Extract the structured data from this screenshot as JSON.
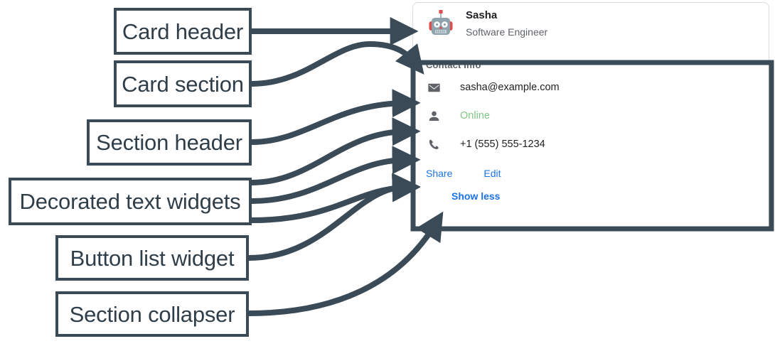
{
  "annotations": [
    {
      "id": "card-header",
      "label": "Card header"
    },
    {
      "id": "card-section",
      "label": "Card section"
    },
    {
      "id": "section-header",
      "label": "Section header"
    },
    {
      "id": "decorated-text",
      "label": "Decorated text widgets"
    },
    {
      "id": "button-list",
      "label": "Button list widget"
    },
    {
      "id": "section-collapser",
      "label": "Section collapser"
    }
  ],
  "card": {
    "header": {
      "avatar_icon": "robot-avatar",
      "title": "Sasha",
      "subtitle": "Software Engineer"
    },
    "section": {
      "header": "Contact Info",
      "rows": [
        {
          "icon": "email-icon",
          "text": "sasha@example.com",
          "status": ""
        },
        {
          "icon": "person-icon",
          "text": "Online",
          "status": "online"
        },
        {
          "icon": "phone-icon",
          "text": "+1 (555) 555-1234",
          "status": ""
        }
      ],
      "buttons": [
        {
          "label": "Share"
        },
        {
          "label": "Edit"
        }
      ],
      "collapser": {
        "label": "Show less"
      }
    }
  },
  "colors": {
    "annotation_stroke": "#3a4b57",
    "link_blue": "#1a73e8",
    "status_green": "#81c784",
    "muted_gray": "#5f6368",
    "card_border": "#dadce0",
    "robot_body": "#8ea3ae",
    "robot_accent": "#e04b4b"
  }
}
